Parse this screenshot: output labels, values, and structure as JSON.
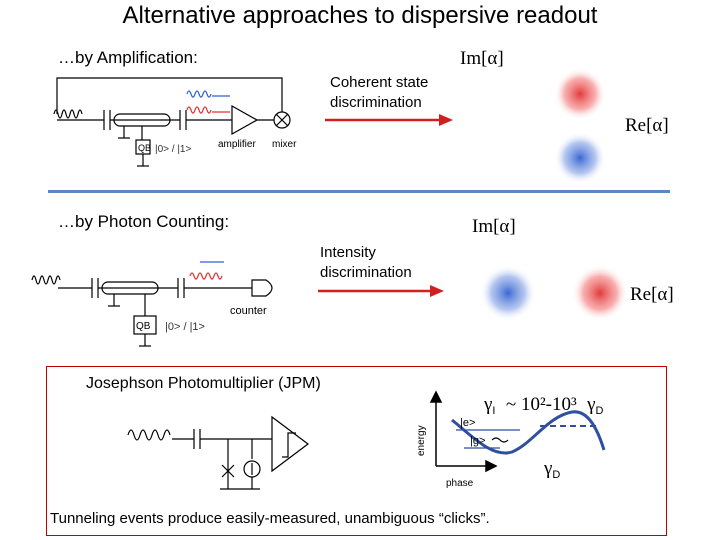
{
  "title": "Alternative approaches to dispersive readout",
  "section_amplification": {
    "heading": "…by Amplification:",
    "arrow_label_line1": "Coherent state",
    "arrow_label_line2": "discrimination",
    "imag_axis": "Im[α]",
    "real_axis": "Re[α]",
    "qb_label": "QB",
    "state_label": "|0> / |1>",
    "amplifier_label": "amplifier",
    "mixer_label": "mixer"
  },
  "section_counting": {
    "heading": "…by Photon Counting:",
    "arrow_label_line1": "Intensity",
    "arrow_label_line2": "discrimination",
    "imag_axis": "Im[α]",
    "real_axis": "Re[α]",
    "qb_label": "QB",
    "state_label": "|0> / |1>",
    "counter_label": "counter"
  },
  "jpm": {
    "heading": "Josephson Photomultiplier (JPM)",
    "energy_label": "energy",
    "phase_label": "phase",
    "excited_label": "|e>",
    "ground_label": "|g>",
    "gamma_ratio": "γ",
    "gamma_ratio_sub": "I",
    "ratio_text": "~ 10²-10³",
    "gamma_d_top": "γ",
    "gamma_d_top_sub": "D",
    "gamma_d": "γ",
    "gamma_d_sub": "D",
    "caption": "Tunneling events produce easily-measured, unambiguous “clicks”."
  },
  "colors": {
    "arrow": "#d02020",
    "divider": "#5b86c0",
    "box_border": "#c00000",
    "state_blue": "#3060d0",
    "state_red": "#e03030",
    "potential": "#2f4f9f"
  }
}
